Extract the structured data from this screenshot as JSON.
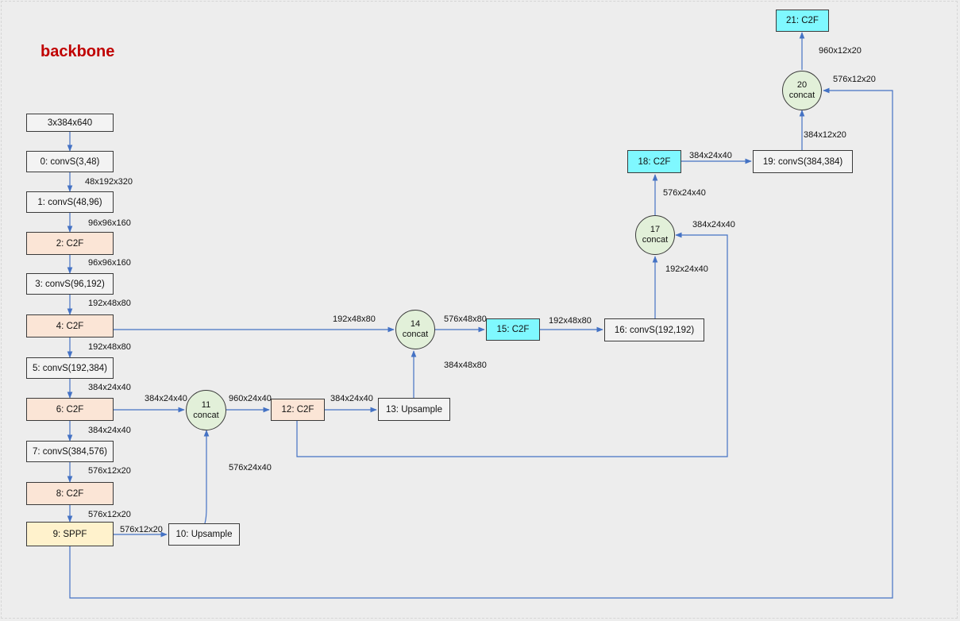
{
  "title": "backbone",
  "colors": {
    "edge": "#4472c4",
    "title": "#c00000",
    "c2f_fill": "#fbe5d6",
    "sppf_fill": "#fff2cc",
    "head_c2f_fill": "#7ff8ff",
    "concat_fill": "#e2f0d9",
    "box_fill": "#f3f3f3"
  },
  "nodes": {
    "input": "3x384x640",
    "n0": "0: convS(3,48)",
    "n1": "1: convS(48,96)",
    "n2": "2: C2F",
    "n3": "3: convS(96,192)",
    "n4": "4: C2F",
    "n5": "5: convS(192,384)",
    "n6": "6: C2F",
    "n7": "7: convS(384,576)",
    "n8": "8: C2F",
    "n9": "9: SPPF",
    "n10": "10: Upsample",
    "n11_num": "11",
    "n11_txt": "concat",
    "n12": "12: C2F",
    "n13": "13: Upsample",
    "n14_num": "14",
    "n14_txt": "concat",
    "n15": "15: C2F",
    "n16": "16: convS(192,192)",
    "n17_num": "17",
    "n17_txt": "concat",
    "n18": "18: C2F",
    "n19": "19: convS(384,384)",
    "n20_num": "20",
    "n20_txt": "concat",
    "n21": "21: C2F"
  },
  "labels": {
    "l0_1": "48x192x320",
    "l1_2": "96x96x160",
    "l2_3": "96x96x160",
    "l3_4": "192x48x80",
    "l4_5": "192x48x80",
    "l5_6": "384x24x40",
    "l6_7": "384x24x40",
    "l7_8": "576x12x20",
    "l8_9": "576x12x20",
    "l9_10": "576x12x20",
    "l6_11": "384x24x40",
    "l10_11": "576x24x40",
    "l11_12": "960x24x40",
    "l12_13": "384x24x40",
    "l13_14": "384x48x80",
    "l4_14": "192x48x80",
    "l14_15": "576x48x80",
    "l15_16": "192x48x80",
    "l16_17": "192x24x40",
    "l12_17": "384x24x40",
    "l17_18": "576x24x40",
    "l18_19": "384x24x40",
    "l19_20": "384x12x20",
    "l9_20": "576x12x20",
    "l20_21": "960x12x20"
  }
}
